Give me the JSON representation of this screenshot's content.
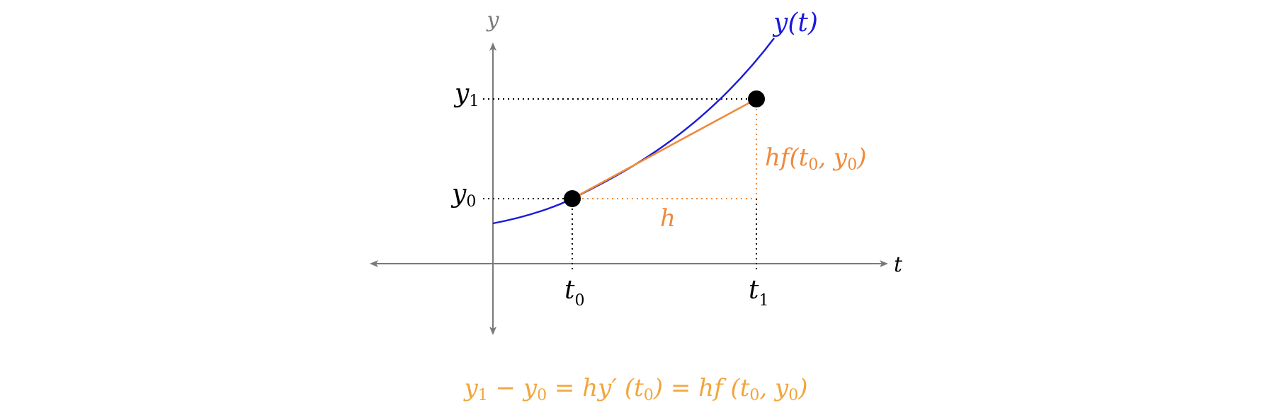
{
  "colors": {
    "axis": "#7a7a7a",
    "curve": "#1a1adb",
    "secant": "#ef8a3c",
    "guide": "#000000",
    "formula": "#f2a53c",
    "point": "#000000"
  },
  "axes": {
    "x_label": "t",
    "y_label": "y"
  },
  "curve": {
    "label_main": "y(t)"
  },
  "ticks": {
    "t0": {
      "base": "t",
      "sub": "0"
    },
    "t1": {
      "base": "t",
      "sub": "1"
    },
    "y0": {
      "base": "y",
      "sub": "0"
    },
    "y1": {
      "base": "y",
      "sub": "1"
    }
  },
  "annotations": {
    "h_label": "h",
    "rise_label": {
      "pre": "hf(t",
      "sub1": "0",
      "mid": ", y",
      "sub2": "0",
      "post": ")"
    }
  },
  "formula": {
    "lhs": {
      "a": "y",
      "a_sub": "1",
      "op": " − ",
      "b": "y",
      "b_sub": "0"
    },
    "eq1": " = ",
    "mid": {
      "pre": "hy′ (t",
      "sub": "0",
      "post": ")"
    },
    "eq2": " = ",
    "rhs": {
      "pre": "hf (t",
      "sub1": "0",
      "mid": ", y",
      "sub2": "0",
      "post": ")"
    }
  },
  "icons": {
    "x_axis_arrows": "double-arrow",
    "y_axis_arrows": "double-arrow",
    "points": "filled-circle"
  }
}
